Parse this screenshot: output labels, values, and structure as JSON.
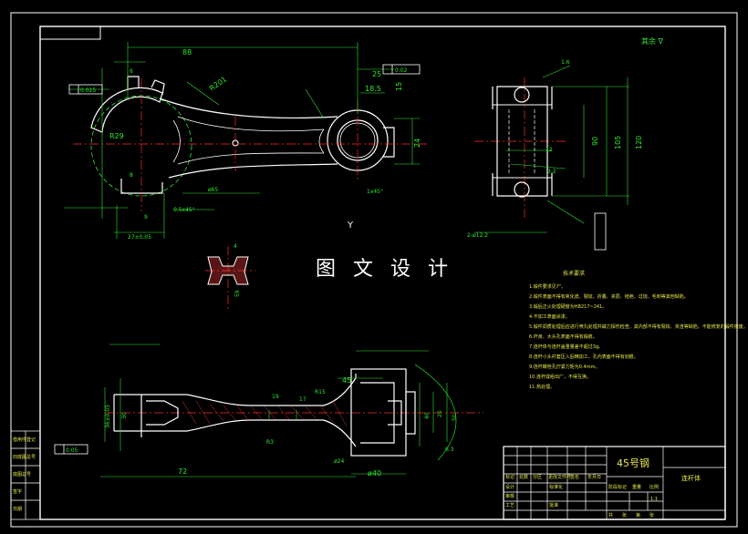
{
  "watermark": "图 文 设 计",
  "view_label": "Y",
  "roughness_note": "其余 ∇",
  "dimensions": {
    "length_88": "88",
    "d25": "25",
    "tol_a": "0.025",
    "tol_b": "0.02",
    "r201": "R201",
    "r29": "R29",
    "phi": "ø65",
    "d18_5": "18.5",
    "d15": "15",
    "d24": "24",
    "chamfer_1": "1x45°",
    "chamfer_05": "0.5x45°",
    "d27": "27±0.05",
    "d9": "9",
    "d8": "8",
    "d6": "6",
    "d90": "90",
    "d105": "105",
    "d120": "120",
    "d12": "12",
    "bolt": "2-ø12.2",
    "r15": "R15",
    "d45": "45",
    "d19": "19",
    "d17": "17",
    "d40": "40",
    "phi40": "ø40",
    "d20": "20",
    "d72": "72",
    "d30": "30",
    "r3": "R3",
    "d50": "50",
    "d4": "4",
    "d1_6": "1.6",
    "d3_2": "3.2",
    "d6_3": "6.3",
    "d59": "59",
    "tol_c": "0.05",
    "phi_small": "ø24",
    "d36": "36±0.05"
  },
  "tech_notes": {
    "title": "技术要求",
    "lines": [
      "1.锻件要求见7\"。",
      "2.锻件表面不得有氧化皮、裂纹、折叠、夹层、结疤、过烧、毛刺等其他缺陷。",
      "3.锻后正火处理硬度为HB217~241。",
      "4.不加工表面涂漆。",
      "5.锻件调质处理后应进行喷丸处理并磁力探伤检查，其内部不得有裂纹、夹渣等缺陷。不能修复的锻件报废。",
      "6.杆身、大头孔表面不得有锻痕。",
      "7.连杆体与连杆盖重量差不超过3g。",
      "8.连杆小头衬套压入后精加工，孔内表面不得有划痕。",
      "9.连杆螺栓孔拧紧力矩为0.4mm。",
      "10.连杆成组出厂，不得互换。",
      "11.热处理。"
    ]
  },
  "title_block": {
    "material": "45号钢",
    "part_name": "连杆体",
    "scale": "1:1",
    "headers": [
      "标记",
      "处数",
      "分区",
      "更改文件号",
      "签名",
      "年月日"
    ],
    "roles": [
      "设计",
      "标准化",
      "审核",
      "工艺",
      "批准"
    ],
    "stage_labels": [
      "阶段标记",
      "重量",
      "比例"
    ],
    "sheet": [
      "共",
      "张",
      "第",
      "张"
    ]
  },
  "side_block": {
    "rows": [
      "借用件登记",
      "旧底图总号",
      "底图总号",
      "签字",
      "日期"
    ]
  },
  "colors": {
    "background": "#000000",
    "outline": "#ffffff",
    "dimension": "#2ee82e",
    "center_line": "#ff2a2a",
    "text_note": "#e8e84a",
    "hatch": "#ff3b3b"
  }
}
